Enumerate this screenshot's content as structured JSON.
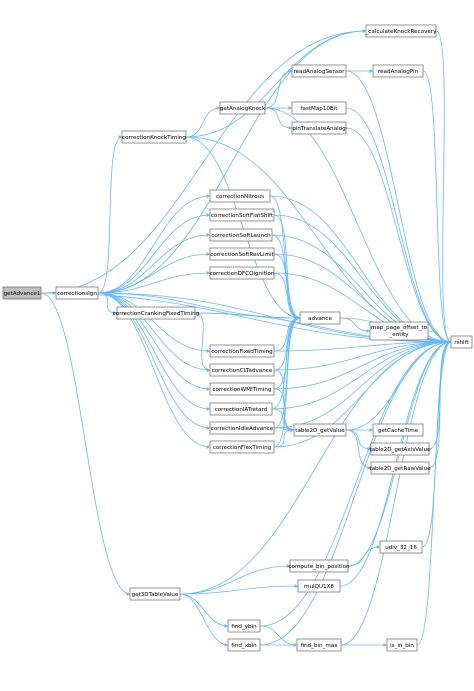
{
  "nodes": [
    {
      "id": "getAdvance1",
      "label": "getAdvance1",
      "root": true
    },
    {
      "id": "correctionsIgn",
      "label": "correctionsIgn"
    },
    {
      "id": "correctionKnockTiming",
      "label": "correctionKnockTiming"
    },
    {
      "id": "getAnalogKnock",
      "label": "getAnalogKnock"
    },
    {
      "id": "readAnalogSensor",
      "label": "readAnalogSensor"
    },
    {
      "id": "readAnalogPin",
      "label": "readAnalogPin"
    },
    {
      "id": "fastMap10Bit",
      "label": "fastMap10Bit"
    },
    {
      "id": "pinTranslateAnalog",
      "label": "pinTranslateAnalog"
    },
    {
      "id": "calculateKnockRecovery",
      "label": "_calculateKnockRecovery"
    },
    {
      "id": "correctionNitrous",
      "label": "correctionNitrous"
    },
    {
      "id": "correctionSoftFlatShift",
      "label": "correctionSoftFlatShift"
    },
    {
      "id": "correctionSoftLaunch",
      "label": "correctionSoftLaunch"
    },
    {
      "id": "correctionSoftRevLimit",
      "label": "correctionSoftRevLimit"
    },
    {
      "id": "correctionDFCOignition",
      "label": "correctionDFCOignition"
    },
    {
      "id": "correctionCrankingFixedTiming",
      "label": "correctionCrankingFixedTiming"
    },
    {
      "id": "advance",
      "label": "advance"
    },
    {
      "id": "map_page_offset_to_entity",
      "label": "map_page_offset_to\n_entity"
    },
    {
      "id": "rshift",
      "label": "rshift"
    },
    {
      "id": "correctionFixedTiming",
      "label": "correctionFixedTiming"
    },
    {
      "id": "correctionCLTadvance",
      "label": "correctionCLTadvance"
    },
    {
      "id": "correctionWMITiming",
      "label": "correctionWMITiming"
    },
    {
      "id": "correctionIATretard",
      "label": "correctionIATretard"
    },
    {
      "id": "correctionIdleAdvance",
      "label": "correctionIdleAdvance"
    },
    {
      "id": "correctionFlexTiming",
      "label": "correctionFlexTiming"
    },
    {
      "id": "table2D_getValue",
      "label": "table2D_getValue"
    },
    {
      "id": "getCacheTime",
      "label": "getCacheTime"
    },
    {
      "id": "table2D_getAxisValue",
      "label": "table2D_getAxisValue"
    },
    {
      "id": "table2D_getRawValue",
      "label": "table2D_getRawValue"
    },
    {
      "id": "get3DTableValue",
      "label": "get3DTableValue"
    },
    {
      "id": "udiv_32_16",
      "label": "udiv_32_16"
    },
    {
      "id": "compute_bin_position",
      "label": "compute_bin_position"
    },
    {
      "id": "mulQU1X8",
      "label": "mulQU1X8"
    },
    {
      "id": "find_ybin",
      "label": "find_ybin"
    },
    {
      "id": "find_xbin",
      "label": "find_xbin"
    },
    {
      "id": "find_bin_max",
      "label": "find_bin_max"
    },
    {
      "id": "is_in_bin",
      "label": "is_in_bin"
    }
  ],
  "edges": [
    [
      "getAdvance1",
      "correctionsIgn"
    ],
    [
      "getAdvance1",
      "get3DTableValue"
    ],
    [
      "getAdvance1",
      "calculateKnockRecovery"
    ],
    [
      "getAdvance1",
      "rshift"
    ],
    [
      "correctionsIgn",
      "correctionKnockTiming"
    ],
    [
      "correctionsIgn",
      "correctionNitrous"
    ],
    [
      "correctionsIgn",
      "correctionSoftFlatShift"
    ],
    [
      "correctionsIgn",
      "correctionSoftLaunch"
    ],
    [
      "correctionsIgn",
      "correctionSoftRevLimit"
    ],
    [
      "correctionsIgn",
      "correctionDFCOignition"
    ],
    [
      "correctionsIgn",
      "correctionCrankingFixedTiming"
    ],
    [
      "correctionsIgn",
      "correctionFixedTiming"
    ],
    [
      "correctionsIgn",
      "correctionCLTadvance"
    ],
    [
      "correctionsIgn",
      "correctionWMITiming"
    ],
    [
      "correctionsIgn",
      "correctionIATretard"
    ],
    [
      "correctionsIgn",
      "correctionIdleAdvance"
    ],
    [
      "correctionsIgn",
      "correctionFlexTiming"
    ],
    [
      "correctionsIgn",
      "advance"
    ],
    [
      "correctionsIgn",
      "rshift"
    ],
    [
      "correctionsIgn",
      "calculateKnockRecovery"
    ],
    [
      "correctionKnockTiming",
      "getAnalogKnock"
    ],
    [
      "correctionKnockTiming",
      "calculateKnockRecovery"
    ],
    [
      "correctionKnockTiming",
      "advance"
    ],
    [
      "correctionKnockTiming",
      "rshift"
    ],
    [
      "getAnalogKnock",
      "readAnalogSensor"
    ],
    [
      "getAnalogKnock",
      "fastMap10Bit"
    ],
    [
      "getAnalogKnock",
      "pinTranslateAnalog"
    ],
    [
      "getAnalogKnock",
      "rshift"
    ],
    [
      "readAnalogSensor",
      "readAnalogPin"
    ],
    [
      "readAnalogSensor",
      "rshift"
    ],
    [
      "readAnalogPin",
      "rshift"
    ],
    [
      "fastMap10Bit",
      "rshift"
    ],
    [
      "pinTranslateAnalog",
      "rshift"
    ],
    [
      "calculateKnockRecovery",
      "rshift"
    ],
    [
      "correctionNitrous",
      "advance"
    ],
    [
      "correctionNitrous",
      "rshift"
    ],
    [
      "correctionSoftFlatShift",
      "advance"
    ],
    [
      "correctionSoftFlatShift",
      "rshift"
    ],
    [
      "correctionSoftLaunch",
      "advance"
    ],
    [
      "correctionSoftLaunch",
      "rshift"
    ],
    [
      "correctionSoftRevLimit",
      "advance"
    ],
    [
      "correctionSoftRevLimit",
      "rshift"
    ],
    [
      "correctionDFCOignition",
      "advance"
    ],
    [
      "correctionDFCOignition",
      "rshift"
    ],
    [
      "correctionCrankingFixedTiming",
      "advance"
    ],
    [
      "correctionCrankingFixedTiming",
      "correctionCLTadvance"
    ],
    [
      "correctionCrankingFixedTiming",
      "rshift"
    ],
    [
      "advance",
      "map_page_offset_to_entity"
    ],
    [
      "advance",
      "rshift"
    ],
    [
      "map_page_offset_to_entity",
      "rshift"
    ],
    [
      "correctionFixedTiming",
      "advance"
    ],
    [
      "correctionFixedTiming",
      "rshift"
    ],
    [
      "correctionCLTadvance",
      "advance"
    ],
    [
      "correctionCLTadvance",
      "table2D_getValue"
    ],
    [
      "correctionCLTadvance",
      "rshift"
    ],
    [
      "correctionWMITiming",
      "advance"
    ],
    [
      "correctionWMITiming",
      "table2D_getValue"
    ],
    [
      "correctionWMITiming",
      "rshift"
    ],
    [
      "correctionIATretard",
      "advance"
    ],
    [
      "correctionIATretard",
      "table2D_getValue"
    ],
    [
      "correctionIATretard",
      "rshift"
    ],
    [
      "correctionIdleAdvance",
      "advance"
    ],
    [
      "correctionIdleAdvance",
      "table2D_getValue"
    ],
    [
      "correctionIdleAdvance",
      "rshift"
    ],
    [
      "correctionFlexTiming",
      "advance"
    ],
    [
      "correctionFlexTiming",
      "table2D_getValue"
    ],
    [
      "correctionFlexTiming",
      "rshift"
    ],
    [
      "table2D_getValue",
      "getCacheTime"
    ],
    [
      "table2D_getValue",
      "table2D_getAxisValue"
    ],
    [
      "table2D_getValue",
      "table2D_getRawValue"
    ],
    [
      "table2D_getValue",
      "rshift"
    ],
    [
      "table2D_getAxisValue",
      "rshift"
    ],
    [
      "table2D_getRawValue",
      "rshift"
    ],
    [
      "get3DTableValue",
      "compute_bin_position"
    ],
    [
      "get3DTableValue",
      "mulQU1X8"
    ],
    [
      "get3DTableValue",
      "find_ybin"
    ],
    [
      "get3DTableValue",
      "find_xbin"
    ],
    [
      "get3DTableValue",
      "rshift"
    ],
    [
      "compute_bin_position",
      "udiv_32_16"
    ],
    [
      "compute_bin_position",
      "rshift"
    ],
    [
      "udiv_32_16",
      "rshift"
    ],
    [
      "mulQU1X8",
      "rshift"
    ],
    [
      "find_ybin",
      "find_bin_max"
    ],
    [
      "find_ybin",
      "rshift"
    ],
    [
      "find_xbin",
      "find_bin_max"
    ],
    [
      "find_xbin",
      "rshift"
    ],
    [
      "find_bin_max",
      "is_in_bin"
    ],
    [
      "find_bin_max",
      "rshift"
    ],
    [
      "is_in_bin",
      "rshift"
    ]
  ]
}
